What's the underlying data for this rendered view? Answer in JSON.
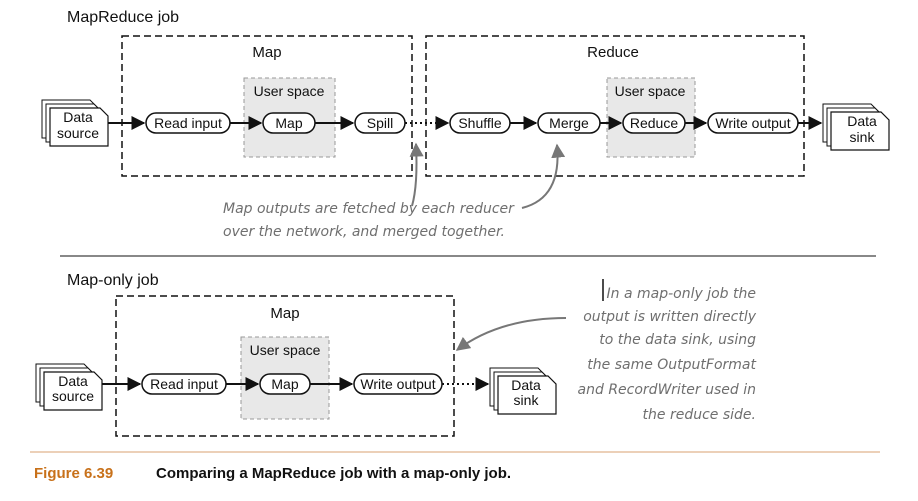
{
  "top": {
    "title": "MapReduce job",
    "map_label": "Map",
    "reduce_label": "Reduce",
    "map_user_space": "User space",
    "reduce_user_space": "User space",
    "source": [
      "Data",
      "source"
    ],
    "sink": [
      "Data",
      "sink"
    ],
    "steps": {
      "read_input": "Read input",
      "map": "Map",
      "spill": "Spill",
      "shuffle": "Shuffle",
      "merge": "Merge",
      "reduce": "Reduce",
      "write_output": "Write output"
    },
    "note": [
      "Map outputs are fetched by each reducer",
      "over the network, and merged together."
    ]
  },
  "bottom": {
    "title": "Map-only job",
    "map_label": "Map",
    "user_space": "User space",
    "source": [
      "Data",
      "source"
    ],
    "sink": [
      "Data",
      "sink"
    ],
    "steps": {
      "read_input": "Read input",
      "map": "Map",
      "write_output": "Write output"
    },
    "note": [
      "In a map-only job the",
      "output is written directly",
      "to the data sink, using",
      "the same OutputFormat",
      "and RecordWriter used in",
      "the reduce side."
    ]
  },
  "caption": {
    "number": "Figure 6.39",
    "text": "Comparing a MapReduce job with a map-only job."
  },
  "colors": {
    "user_space_fill": "#e8e8e8",
    "note_gray": "#777777",
    "caption_orange": "#c8711a"
  }
}
